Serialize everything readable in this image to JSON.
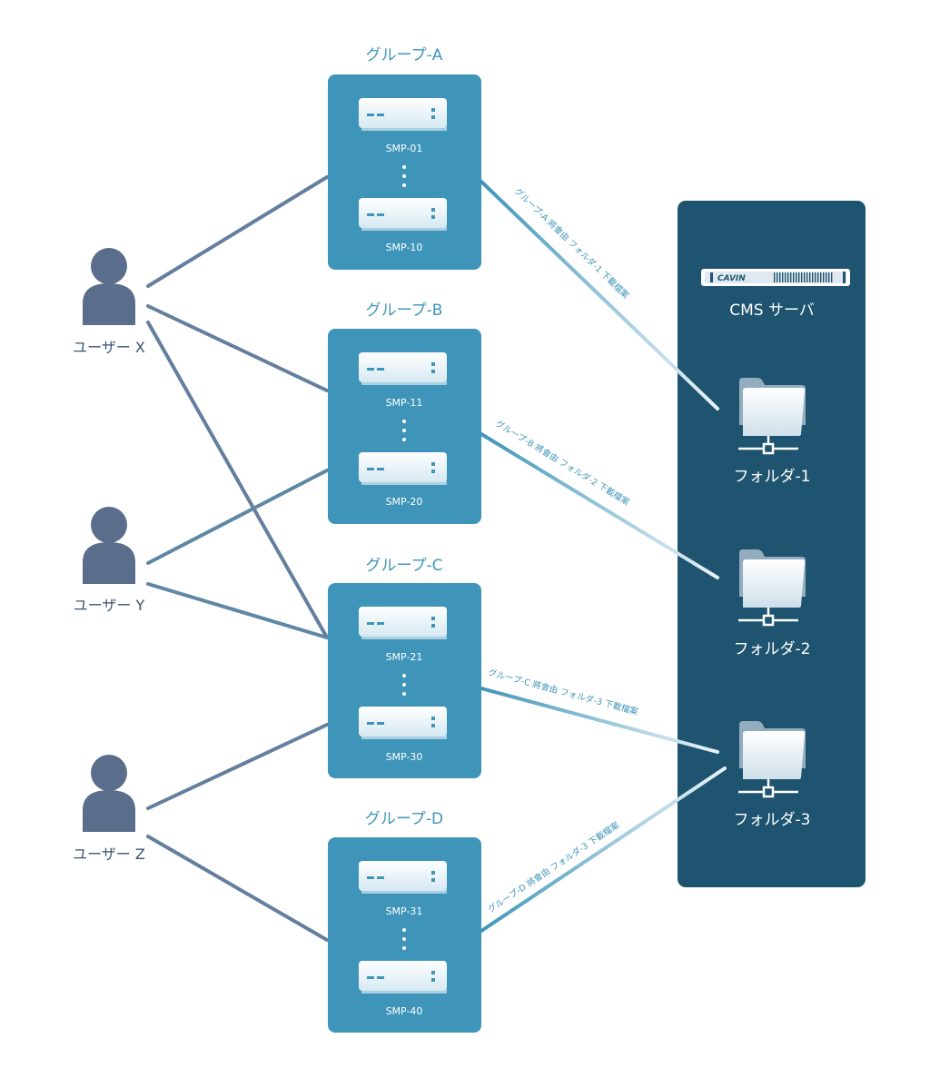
{
  "colors": {
    "group_box": "#3f95b9",
    "server_panel": "#1e5470",
    "user_icon": "#5a6d8b",
    "link_line": "#5a7d9a",
    "accent": "#3f95b9"
  },
  "users": [
    {
      "id": "x",
      "label": "ユーザー X",
      "icon": "person-icon"
    },
    {
      "id": "y",
      "label": "ユーザー Y",
      "icon": "person-icon"
    },
    {
      "id": "z",
      "label": "ユーザー Z",
      "icon": "person-icon"
    }
  ],
  "groups": [
    {
      "id": "a",
      "title": "グループ-A",
      "devices": [
        "SMP-01",
        "SMP-10"
      ],
      "link_label": "グループ-A 將會由 フォルダ-1 下載檔案"
    },
    {
      "id": "b",
      "title": "グループ-B",
      "devices": [
        "SMP-11",
        "SMP-20"
      ],
      "link_label": "グループ-B 將會由 フォルダ-2 下載檔案"
    },
    {
      "id": "c",
      "title": "グループ-C",
      "devices": [
        "SMP-21",
        "SMP-30"
      ],
      "link_label": "グループ-C 將會由 フォルダ-3 下載檔案"
    },
    {
      "id": "d",
      "title": "グループ-D",
      "devices": [
        "SMP-31",
        "SMP-40"
      ],
      "link_label": "グループ-D 將會由 フォルダ-3 下載檔案"
    }
  ],
  "server": {
    "title": "CMS サーバ",
    "brand": "CAVIN",
    "folders": [
      "フォルダ-1",
      "フォルダ-2",
      "フォルダ-3"
    ]
  }
}
